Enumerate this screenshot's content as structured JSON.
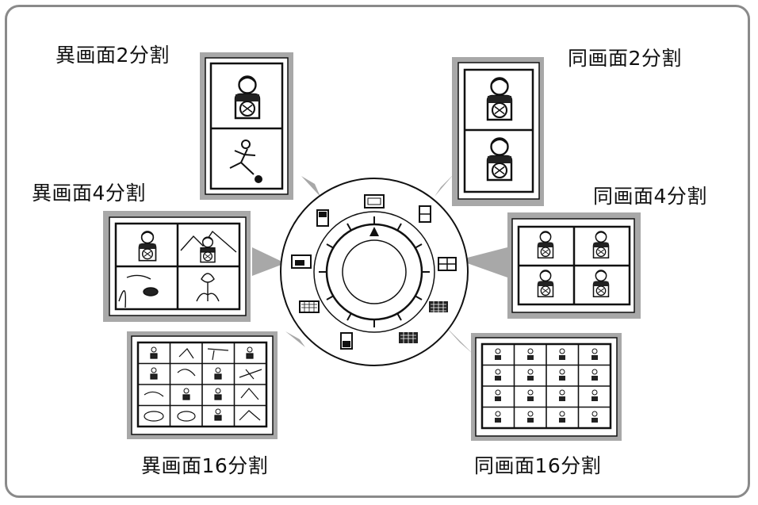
{
  "labels": {
    "diff_2": "異画面2分割",
    "same_2": "同画面2分割",
    "diff_4": "異画面4分割",
    "same_4": "同画面4分割",
    "diff_16": "異画面16分割",
    "same_16": "同画面16分割"
  },
  "colors": {
    "panel_border": "#a8a8a8",
    "line": "#111111",
    "background": "#ffffff"
  }
}
